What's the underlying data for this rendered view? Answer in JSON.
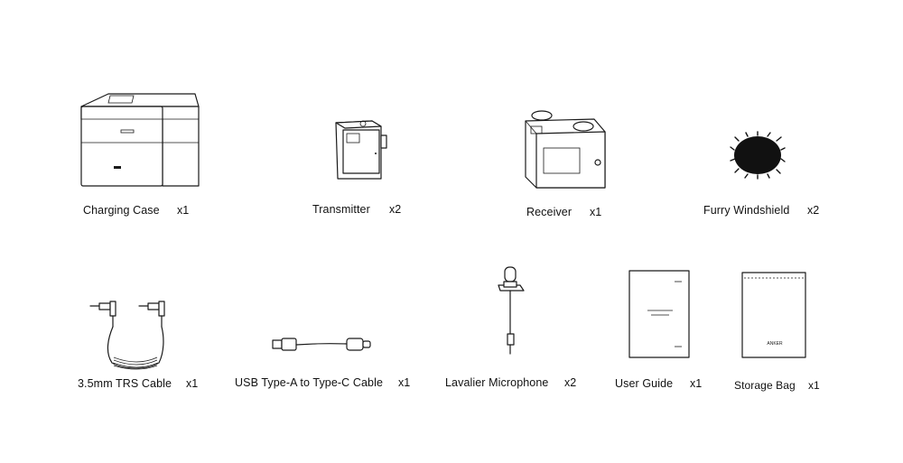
{
  "items": [
    {
      "name": "Charging Case",
      "qty": "x1",
      "icon": "charging-case-icon"
    },
    {
      "name": "Transmitter",
      "qty": "x2",
      "icon": "transmitter-icon"
    },
    {
      "name": "Receiver",
      "qty": "x1",
      "icon": "receiver-icon"
    },
    {
      "name": "Furry Windshield",
      "qty": "x2",
      "icon": "furry-windshield-icon"
    },
    {
      "name": "3.5mm TRS Cable",
      "qty": "x1",
      "icon": "trs-cable-icon"
    },
    {
      "name": "USB Type-A to Type-C Cable",
      "qty": "x1",
      "icon": "usb-cable-icon"
    },
    {
      "name": "Lavalier Microphone",
      "qty": "x2",
      "icon": "lavalier-microphone-icon"
    },
    {
      "name": "User Guide",
      "qty": "x1",
      "icon": "user-guide-icon"
    },
    {
      "name": "Storage Bag",
      "qty": "x1",
      "icon": "storage-bag-icon"
    }
  ],
  "case_logo_text": "",
  "bag_logo_text": "ANKER"
}
